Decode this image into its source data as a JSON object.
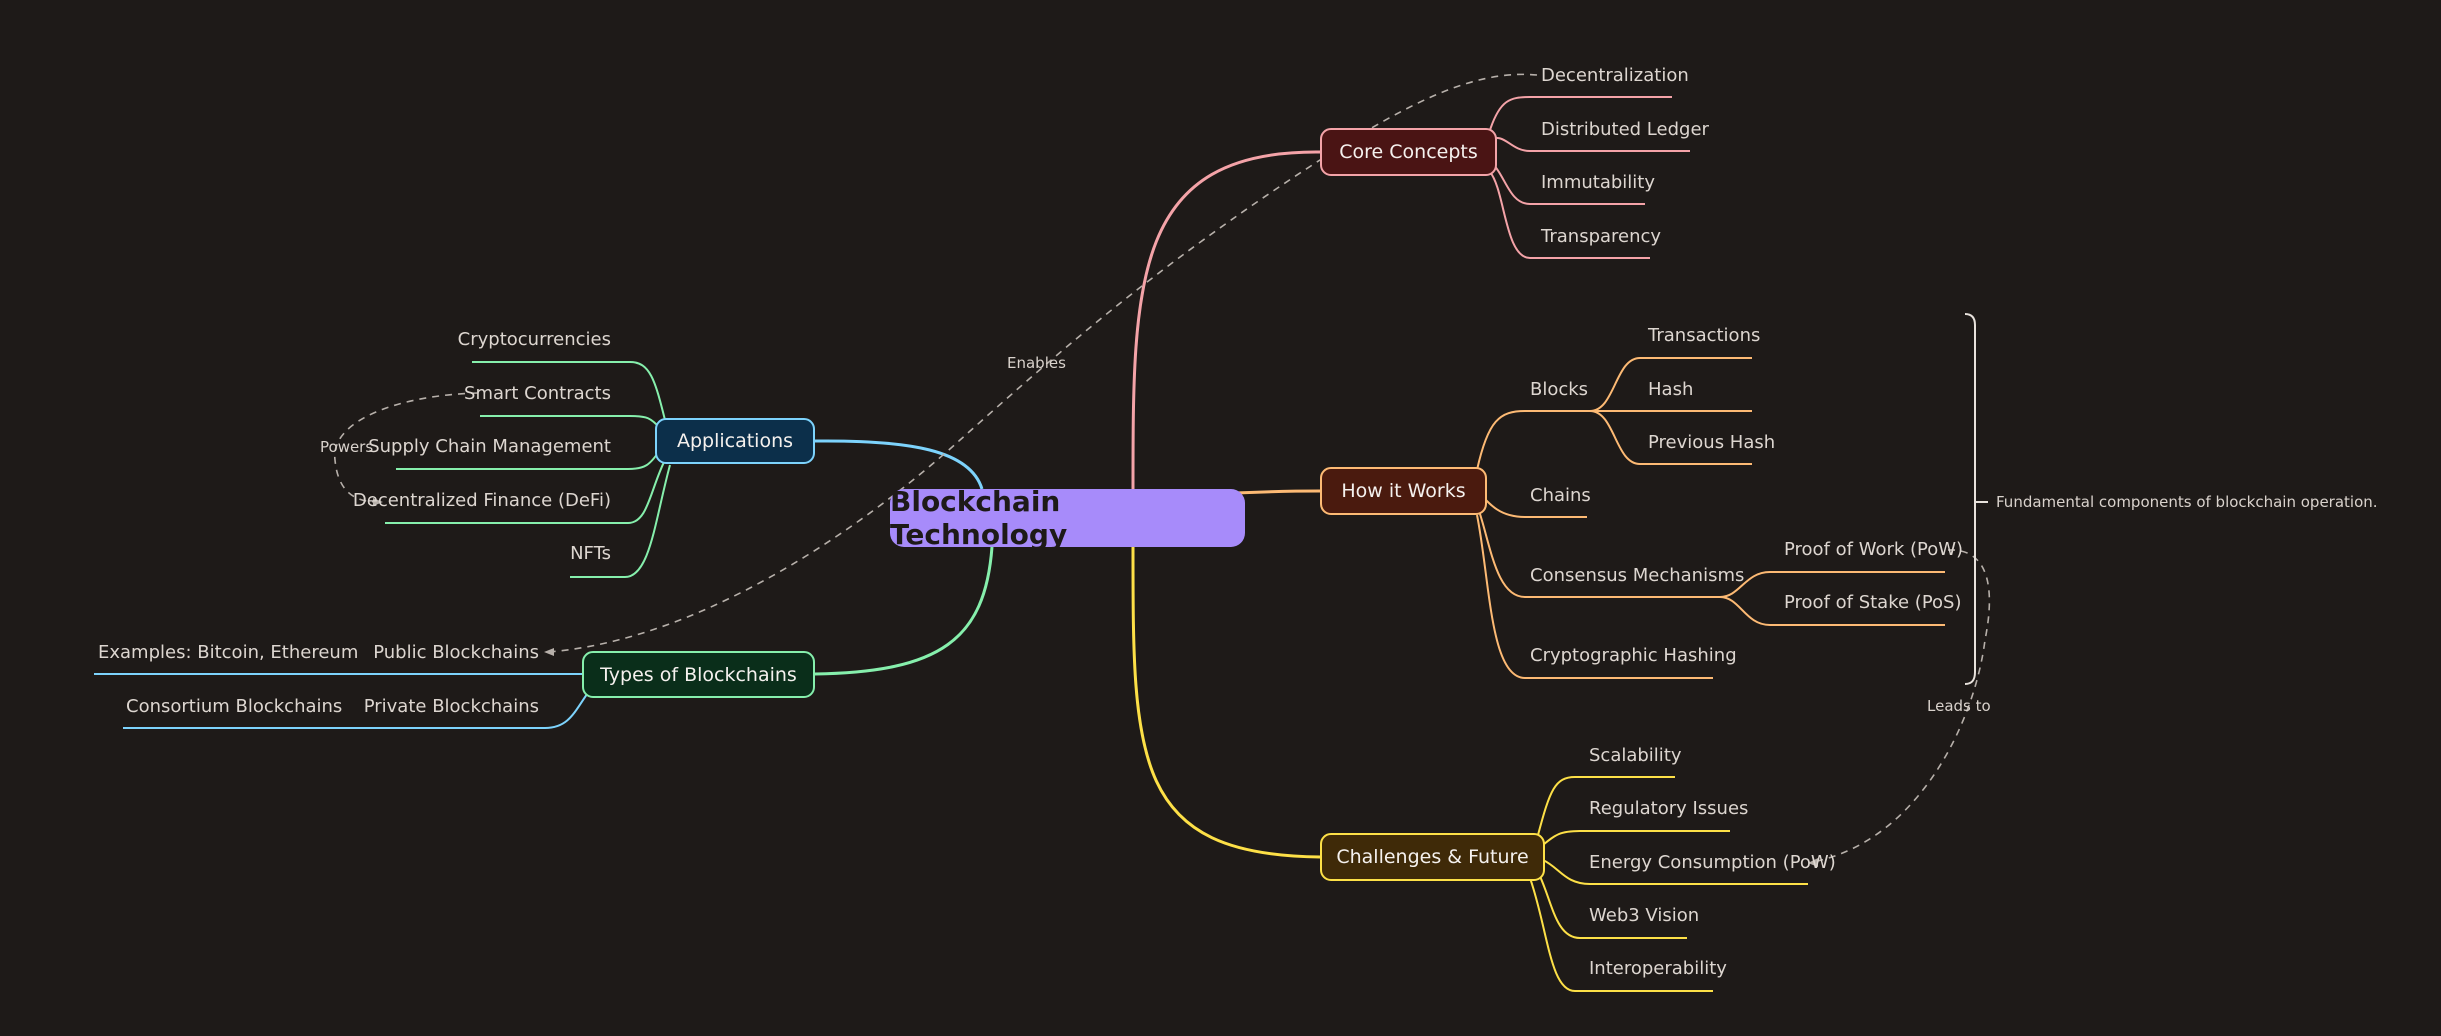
{
  "root": {
    "label": "Blockchain Technology"
  },
  "branches": {
    "core": {
      "label": "Core Concepts",
      "color": "#f4a3a8",
      "fill": "#4a1414",
      "children": [
        "Decentralization",
        "Distributed Ledger",
        "Immutability",
        "Transparency"
      ]
    },
    "how": {
      "label": "How it Works",
      "color": "#fdba74",
      "fill": "#4a1a0e",
      "blocks": {
        "label": "Blocks",
        "children": [
          "Transactions",
          "Hash",
          "Previous Hash"
        ]
      },
      "chains": "Chains",
      "consensus": {
        "label": "Consensus Mechanisms",
        "children": [
          "Proof of Work (PoW)",
          "Proof of Stake (PoS)"
        ]
      },
      "hashing": "Cryptographic Hashing"
    },
    "challenges": {
      "label": "Challenges & Future",
      "color": "#fde047",
      "fill": "#3f2a08",
      "children": [
        "Scalability",
        "Regulatory Issues",
        "Energy Consumption (PoW)",
        "Web3 Vision",
        "Interoperability"
      ]
    },
    "apps": {
      "label": "Applications",
      "color": "#7dd3fc",
      "fill": "#0c2f4a",
      "leaf_color": "#86efac",
      "children": [
        "Cryptocurrencies",
        "Smart Contracts",
        "Supply Chain Management",
        "Decentralized Finance (DeFi)",
        "NFTs"
      ]
    },
    "types": {
      "label": "Types of Blockchains",
      "color": "#86efac",
      "fill": "#0a2e1a",
      "leaf_color": "#7dd3fc",
      "public": {
        "label": "Public Blockchains",
        "example": "Examples: Bitcoin, Ethereum"
      },
      "private": {
        "label": "Private Blockchains",
        "example": "Consortium Blockchains"
      }
    }
  },
  "annotations": {
    "enables": "Enables",
    "powers": "Powers",
    "leads_to": "Leads to",
    "summary": "Fundamental components of blockchain operation."
  }
}
